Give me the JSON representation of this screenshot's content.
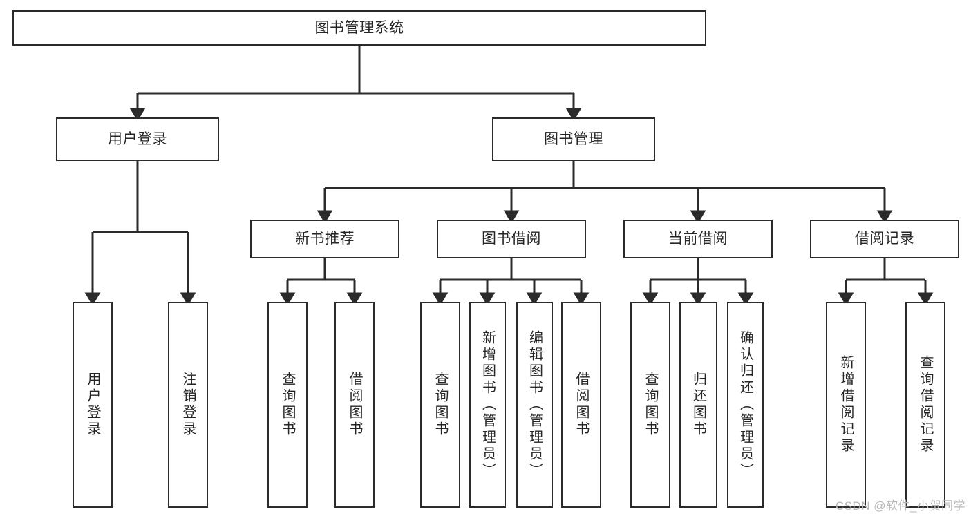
{
  "diagram": {
    "title": "图书管理系统",
    "type": "tree-hierarchy",
    "colors": {
      "box_border": "#2b2b2b",
      "box_fill": "#ffffff",
      "text": "#262626",
      "edge": "#2b2b2b",
      "watermark": "#b8b8b8",
      "background": "#ffffff"
    },
    "watermark": "CSDN @软件_小贺同学"
  },
  "nodes": {
    "root": {
      "label": "图书管理系统"
    },
    "level1": [
      {
        "id": "user-login",
        "label": "用户登录"
      },
      {
        "id": "book-manage",
        "label": "图书管理"
      }
    ],
    "level2": [
      {
        "id": "new-book-rec",
        "label": "新书推荐"
      },
      {
        "id": "book-borrow",
        "label": "图书借阅"
      },
      {
        "id": "current-borrow",
        "label": "当前借阅"
      },
      {
        "id": "borrow-record",
        "label": "借阅记录"
      }
    ],
    "leaves": {
      "user_login": [
        {
          "id": "leaf-user-login",
          "label": "用户登录"
        },
        {
          "id": "leaf-logout-login",
          "label": "注销登录"
        }
      ],
      "new_book_rec": [
        {
          "id": "leaf-query-book-1",
          "label": "查询图书"
        },
        {
          "id": "leaf-borrow-book-1",
          "label": "借阅图书"
        }
      ],
      "book_borrow": [
        {
          "id": "leaf-query-book-2",
          "label": "查询图书"
        },
        {
          "id": "leaf-add-book",
          "label": "新增图书（管理员）"
        },
        {
          "id": "leaf-edit-book",
          "label": "编辑图书（管理员）"
        },
        {
          "id": "leaf-borrow-book-2",
          "label": "借阅图书"
        }
      ],
      "current_borrow": [
        {
          "id": "leaf-query-book-3",
          "label": "查询图书"
        },
        {
          "id": "leaf-return-book",
          "label": "归还图书"
        },
        {
          "id": "leaf-confirm-return",
          "label": "确认归还（管理员）"
        }
      ],
      "borrow_record": [
        {
          "id": "leaf-add-record",
          "label": "新增借阅记录"
        },
        {
          "id": "leaf-query-record",
          "label": "查询借阅记录"
        }
      ]
    }
  }
}
